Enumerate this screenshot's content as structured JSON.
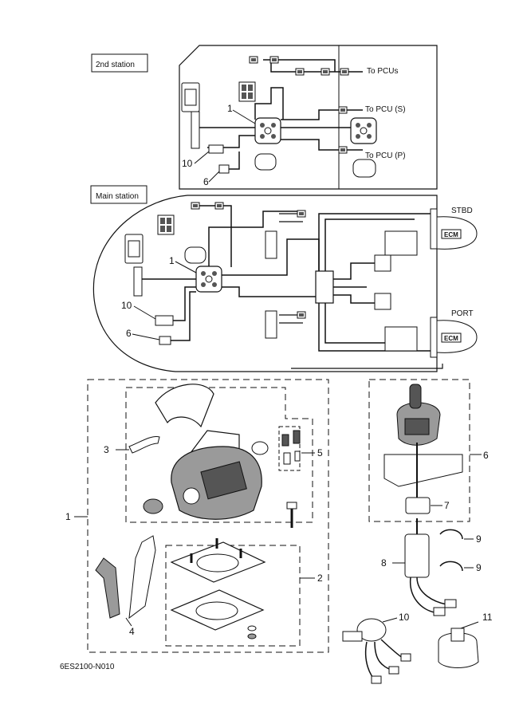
{
  "labels": {
    "second_station": "2nd station",
    "main_station": "Main station",
    "to_pcus": "To PCUs",
    "to_pcu_s": "To PCU (S)",
    "to_pcu_p": "To PCU (P)",
    "stbd": "STBD",
    "port": "PORT",
    "ecm": "ECM",
    "footer_code": "6ES2100-N010"
  },
  "callouts": {
    "n1": "1",
    "n2": "2",
    "n3": "3",
    "n4": "4",
    "n5": "5",
    "n6": "6",
    "n7": "7",
    "n8": "8",
    "n9": "9",
    "n10": "10",
    "n11": "11"
  },
  "colors": {
    "line": "#111111",
    "fill": "#ffffff",
    "shade": "#9a9a9a",
    "dark": "#555555"
  }
}
